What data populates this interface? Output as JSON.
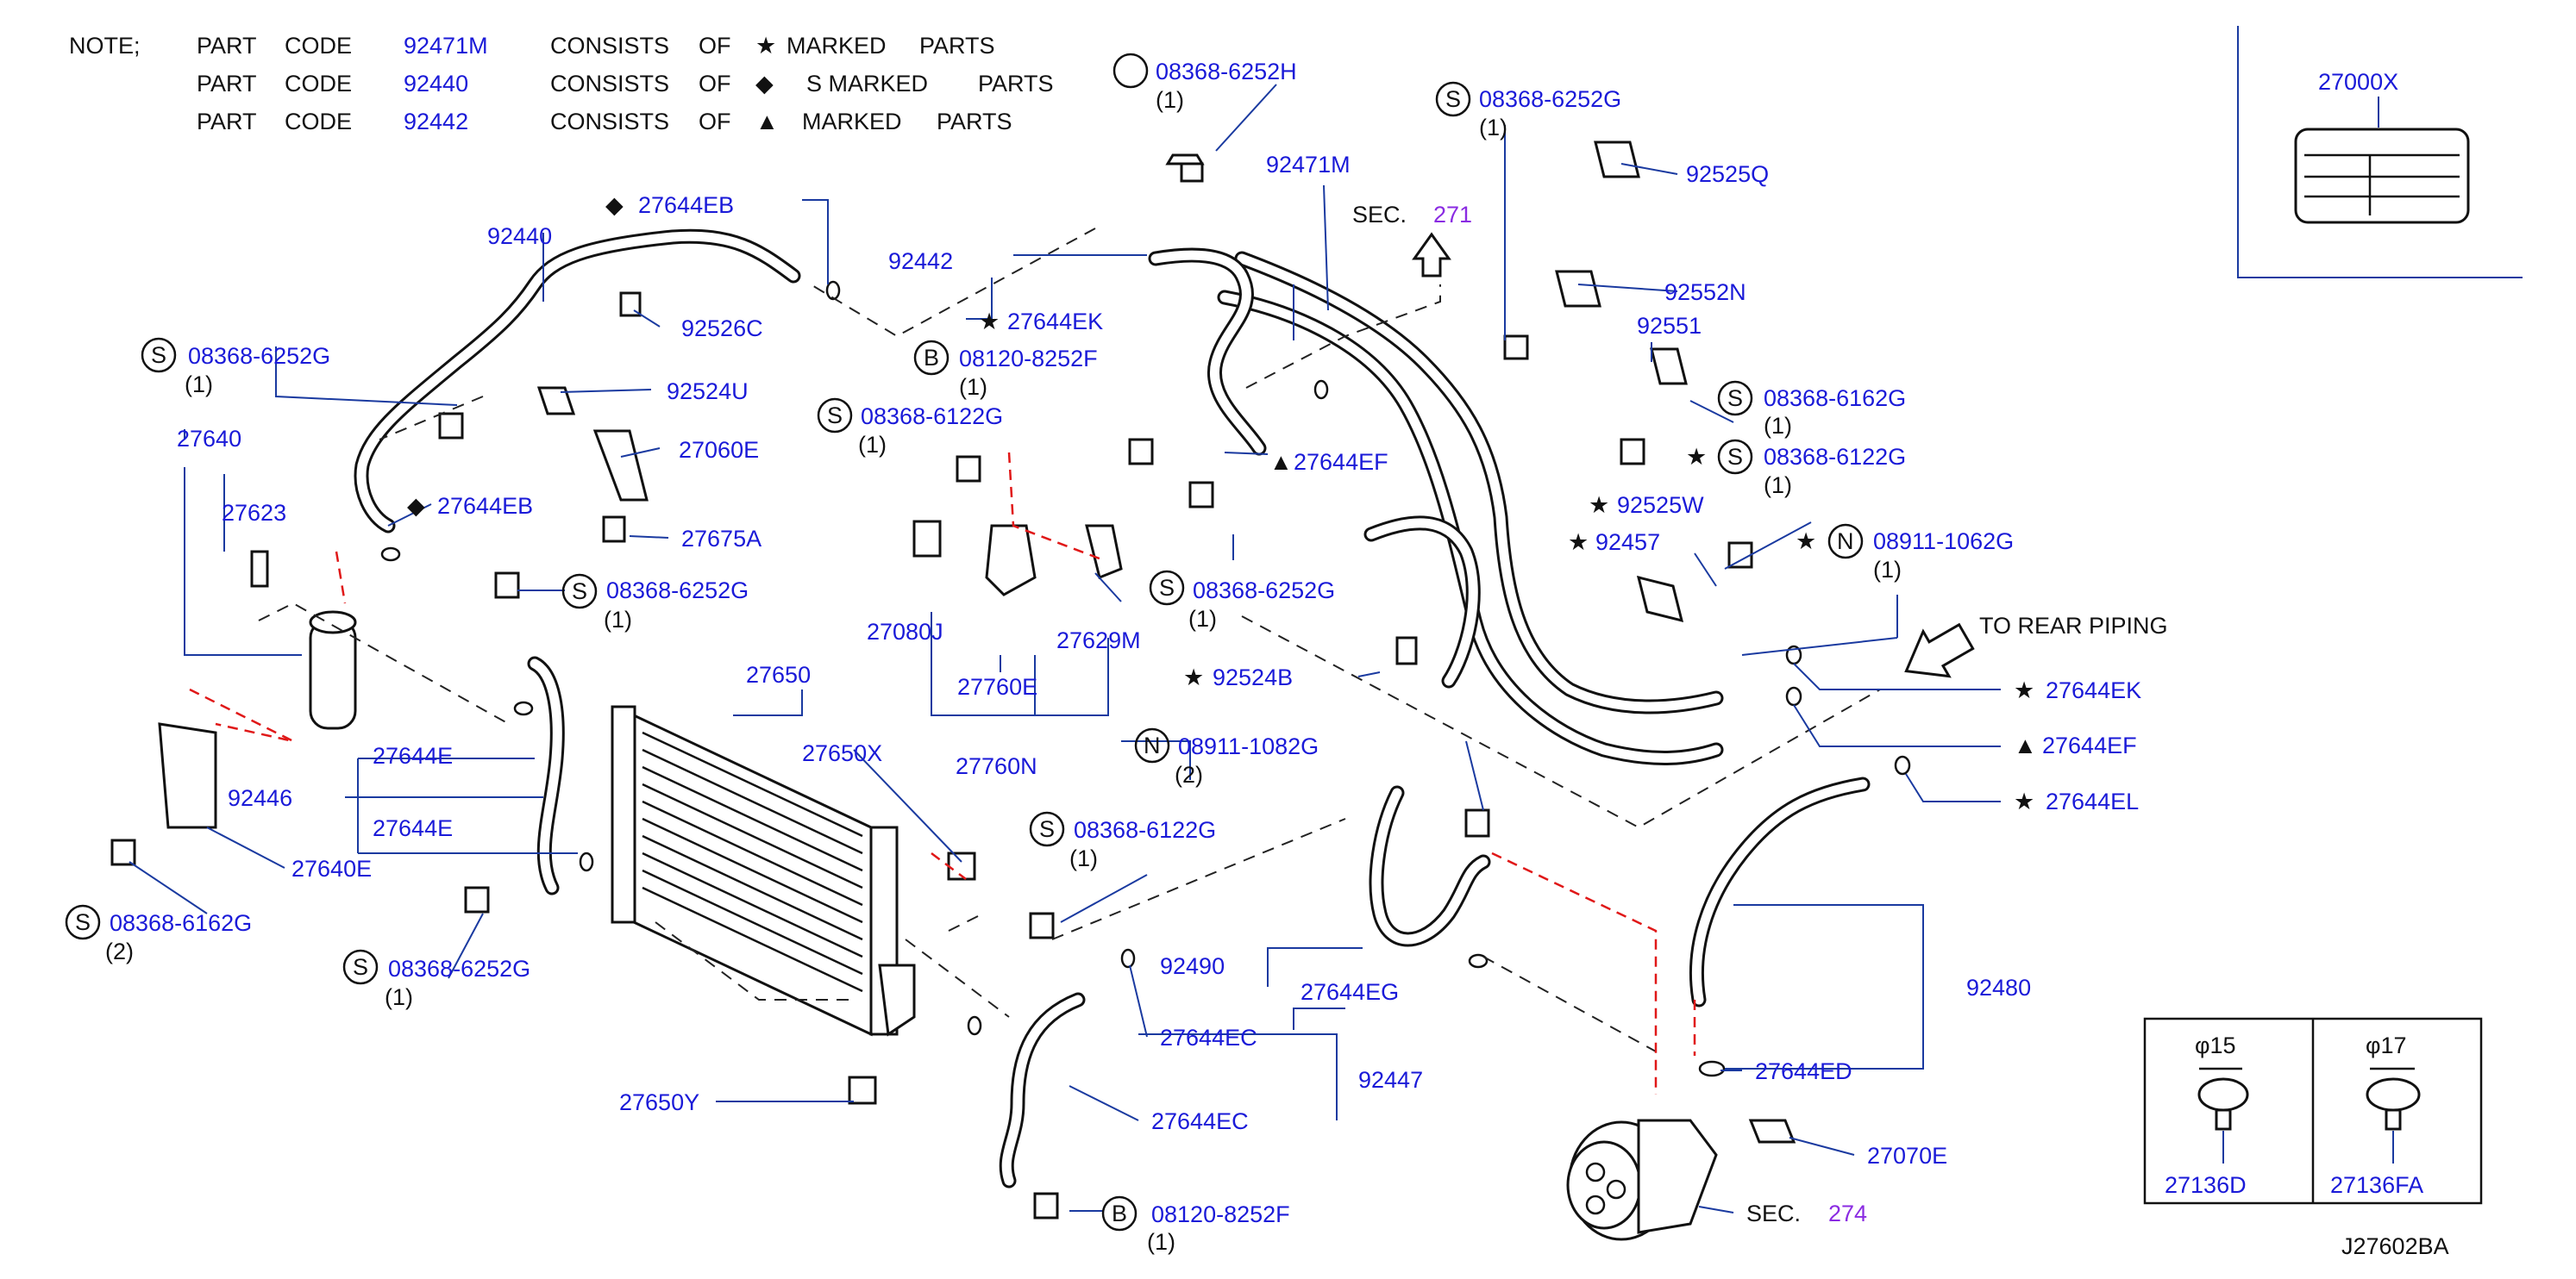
{
  "note": {
    "label": "NOTE;",
    "rows": [
      {
        "part": "PART",
        "code": "CODE",
        "value": "92471M",
        "consists": "CONSISTS",
        "of": "OF",
        "symbol": "★",
        "marked": "MARKED",
        "parts": "PARTS"
      },
      {
        "part": "PART",
        "code": "CODE",
        "value": "92440",
        "consists": "CONSISTS",
        "of": "OF",
        "symbol": "◆",
        "marked": "S  MARKED",
        "parts": "PARTS"
      },
      {
        "part": "PART",
        "code": "CODE",
        "value": "92442",
        "consists": "CONSISTS",
        "of": "OF",
        "symbol": "▲",
        "marked": "MARKED",
        "parts": "PARTS"
      }
    ]
  },
  "callouts": {
    "c27000X": "27000X",
    "c08368_6252H": "08368-6252H",
    "q08368_6252H": "(1)",
    "c92471M": "92471M",
    "c92442": "92442",
    "sec271_label": "SEC.",
    "sec271_num": "271",
    "c08368_6252G_top": "08368-6252G",
    "q08368_6252G_top": "(1)",
    "c92525Q": "92525Q",
    "c92552N": "92552N",
    "c92551": "92551",
    "c08368_6162G_r": "08368-6162G",
    "q08368_6162G_r": "(1)",
    "c08368_6122G_r": "08368-6122G",
    "q08368_6122G_r": "(1)",
    "c92525W": "92525W",
    "c92457": "92457",
    "c08911_1062G": "08911-1062G",
    "q08911_1062G": "(1)",
    "to_rear": "TO   REAR   PIPING",
    "c27644EK_r": "27644EK",
    "c27644EF_r": "27644EF",
    "c27644EL": "27644EL",
    "c92480": "92480",
    "c27644ED": "27644ED",
    "c27070E": "27070E",
    "sec274_label": "SEC.",
    "sec274_num": "274",
    "c27644EB_top": "27644EB",
    "c92440": "92440",
    "c92526C": "92526C",
    "c08368_6252G_left": "08368-6252G",
    "q08368_6252G_left": "(1)",
    "c92524U": "92524U",
    "c27060E": "27060E",
    "c27640": "27640",
    "c27623": "27623",
    "c27644EB_mid": "27644EB",
    "c27675A": "27675A",
    "c08368_6252G_mid": "08368-6252G",
    "q08368_6252G_mid": "(1)",
    "c27644EK_mid": "27644EK",
    "c08120_8252F_top": "08120-8252F",
    "q08120_8252F_top": "(1)",
    "c08368_6122G_mid": "08368-6122G",
    "q08368_6122G_mid": "(1)",
    "c27644EF_mid": "27644EF",
    "c08368_6252G_c": "08368-6252G",
    "q08368_6252G_c": "(1)",
    "c27080J": "27080J",
    "c27629M": "27629M",
    "c27760E": "27760E",
    "c27760N": "27760N",
    "c92524B": "92524B",
    "c27650": "27650",
    "c27650X": "27650X",
    "c08911_1082G": "08911-1082G",
    "q08911_1082G": "(2)",
    "c27644E_a": "27644E",
    "c92446": "92446",
    "c27644E_b": "27644E",
    "c27640E": "27640E",
    "c08368_6162G_l": "08368-6162G",
    "q08368_6162G_l": "(2)",
    "c08368_6252G_bl": "08368-6252G",
    "q08368_6252G_bl": "(1)",
    "c08368_6122G_b": "08368-6122G",
    "q08368_6122G_b": "(1)",
    "c92490": "92490",
    "c27644EG": "27644EG",
    "c27644EC_a": "27644EC",
    "c92447": "92447",
    "c27644EC_b": "27644EC",
    "c27650Y": "27650Y",
    "c08120_8252F_b": "08120-8252F",
    "q08120_8252F_b": "(1)"
  },
  "markers": {
    "S": "S",
    "B": "B",
    "N": "N",
    "star": "★",
    "diamond": "◆",
    "triangle": "▲"
  },
  "clips": {
    "phi15": "φ15",
    "phi17": "φ17",
    "c27136D": "27136D",
    "c27136FA": "27136FA"
  },
  "diagram_id": "J27602BA",
  "colors": {
    "callout_text": "#1a1ad8",
    "leader": "#1a3aa0",
    "section_ref": "#8a2be2",
    "hidden_line": "#e01818",
    "ink": "#111111"
  }
}
